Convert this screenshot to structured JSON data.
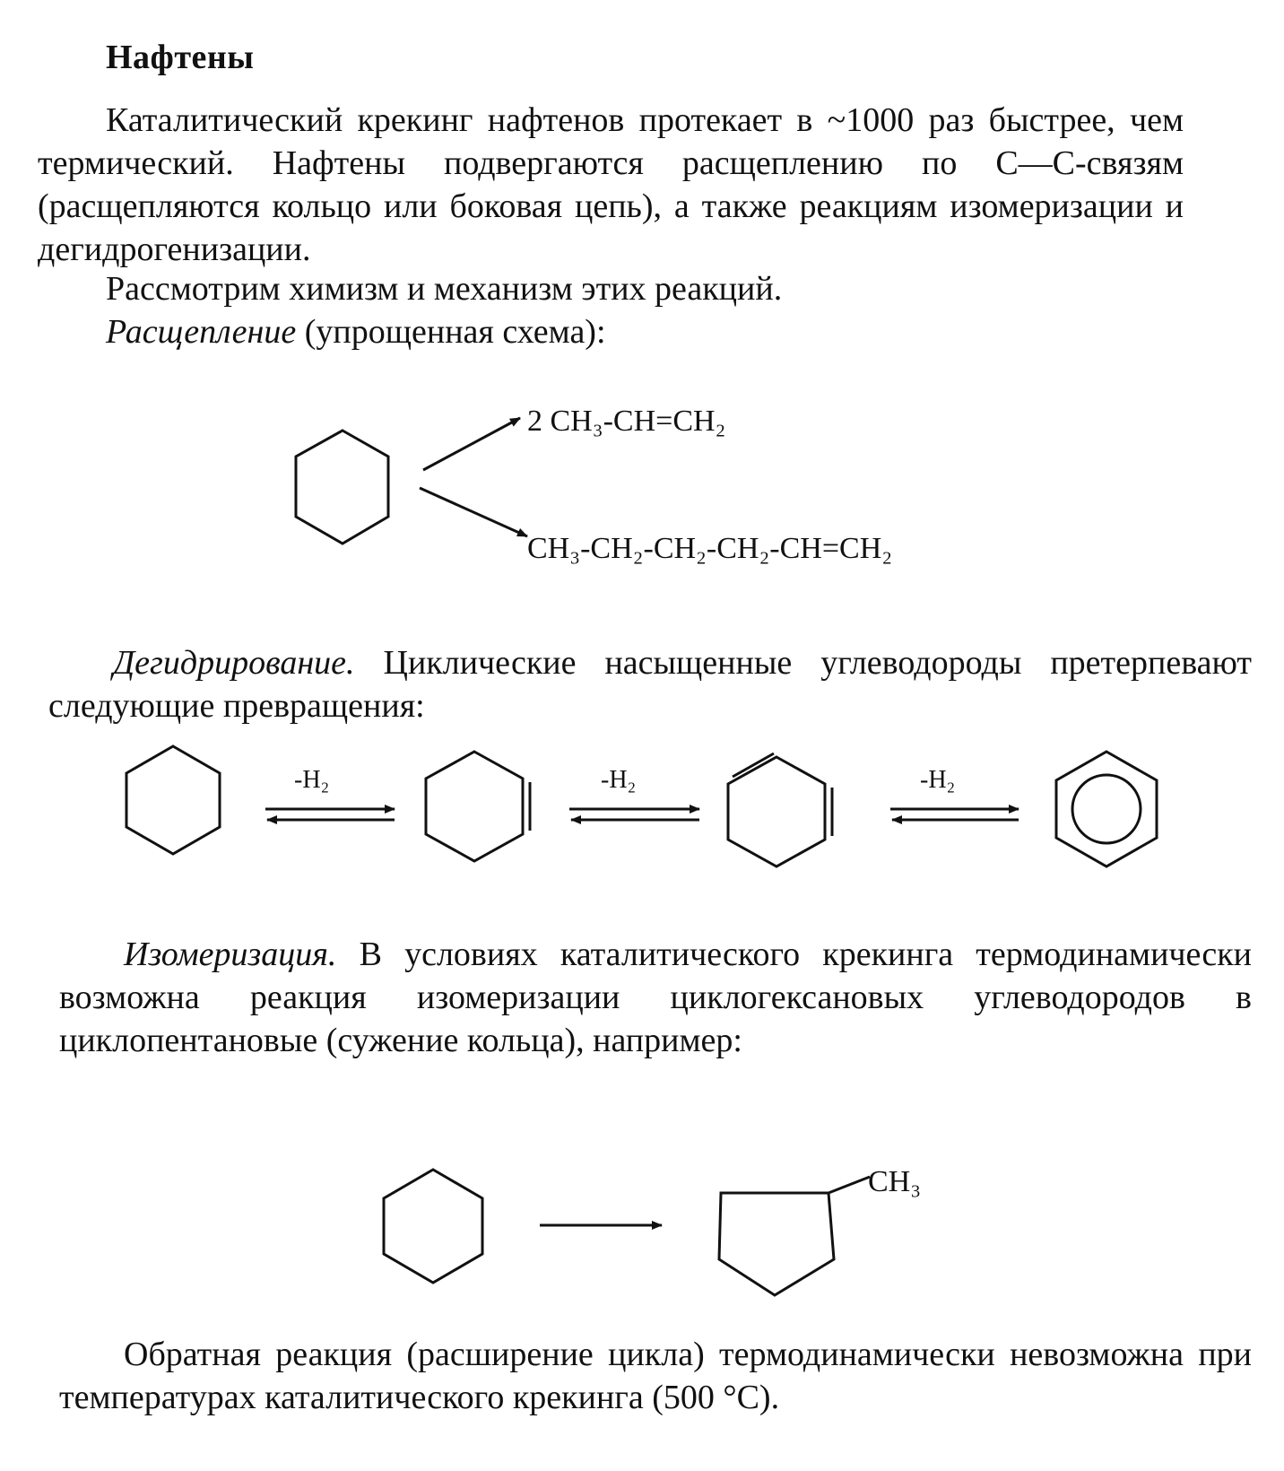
{
  "section": {
    "title": "Нафтены"
  },
  "intro": {
    "paragraph": "Каталитический крекинг нафтенов протекает в ~1000 раз быстрее, чем термический. Нафтены подвергаются расщеплению по С—С-связям (расщепляются кольцо или боковая цепь), а также реакциям изомеризации и дегидрогенизации.",
    "consider": "Рассмотрим химизм и механизм этих реакций."
  },
  "cleavage": {
    "term": "Расщепление",
    "note": "(упрощенная схема):",
    "product_1": "2 CH₃-CH=CH₂",
    "product_2": "CH₃-CH₂-CH₂-CH₂-CH=CH₂"
  },
  "dehydrogenation": {
    "term": "Дегидрирование.",
    "text": "Циклические насыщенные углеводороды претерпевают следующие превращения:",
    "step_label": "-H₂"
  },
  "isomerization": {
    "term": "Изомеризация.",
    "text": "В условиях каталитического крекинга термодинамически возможна реакция изомеризации циклогексановых углеводородов в циклопентановые (сужение кольца), например:",
    "methyl_label": "CH₃"
  },
  "reverse": {
    "text": "Обратная реакция (расширение цикла) термодинамически невозможна при температурах каталитического крекинга (500 °С)."
  }
}
